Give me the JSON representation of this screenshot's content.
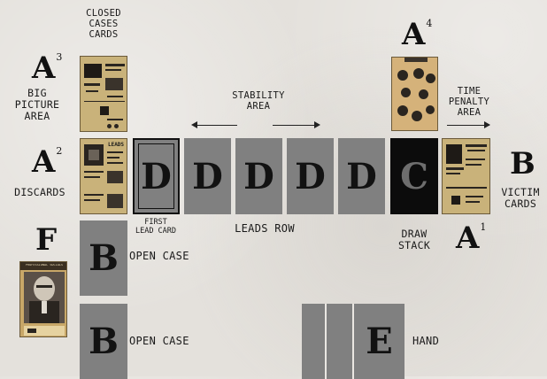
{
  "labels": {
    "closed_cases": [
      "CLOSED",
      "CASES",
      "CARDS"
    ],
    "big_picture": [
      "BIG",
      "PICTURE",
      "AREA"
    ],
    "discards": "DISCARDS",
    "stability": [
      "STABILITY",
      "AREA"
    ],
    "time_penalty": [
      "TIME",
      "PENALTY",
      "AREA"
    ],
    "victim_cards": [
      "VICTIM",
      "CARDS"
    ],
    "first_lead": [
      "FIRST",
      "LEAD CARD"
    ],
    "leads_row": "LEADS ROW",
    "draw_stack": [
      "DRAW",
      "STACK"
    ],
    "open_case_1": "OPEN CASE",
    "open_case_2": "OPEN CASE",
    "hand": "HAND"
  },
  "markers": {
    "a3": {
      "letter": "A",
      "sup": "3"
    },
    "a2": {
      "letter": "A",
      "sup": "2"
    },
    "a4": {
      "letter": "A",
      "sup": "4"
    },
    "a1": {
      "letter": "A",
      "sup": "1"
    },
    "b_victim": {
      "letter": "B"
    },
    "f": {
      "letter": "F"
    }
  },
  "cards": {
    "lead_first": "D",
    "lead_2": "D",
    "lead_3": "D",
    "lead_4": "D",
    "lead_5": "D",
    "draw": "C",
    "open_case_1": "B",
    "open_case_2": "B",
    "hand": "E"
  },
  "colors": {
    "table": "#e4e1dc",
    "card_grey": "#808080",
    "card_black": "#0c0c0c",
    "card_art": "#c9b27a"
  },
  "art_text": {
    "leads_card_title": "LEADS",
    "f_card_title": "PROFESSIONAL SOCIALS"
  }
}
